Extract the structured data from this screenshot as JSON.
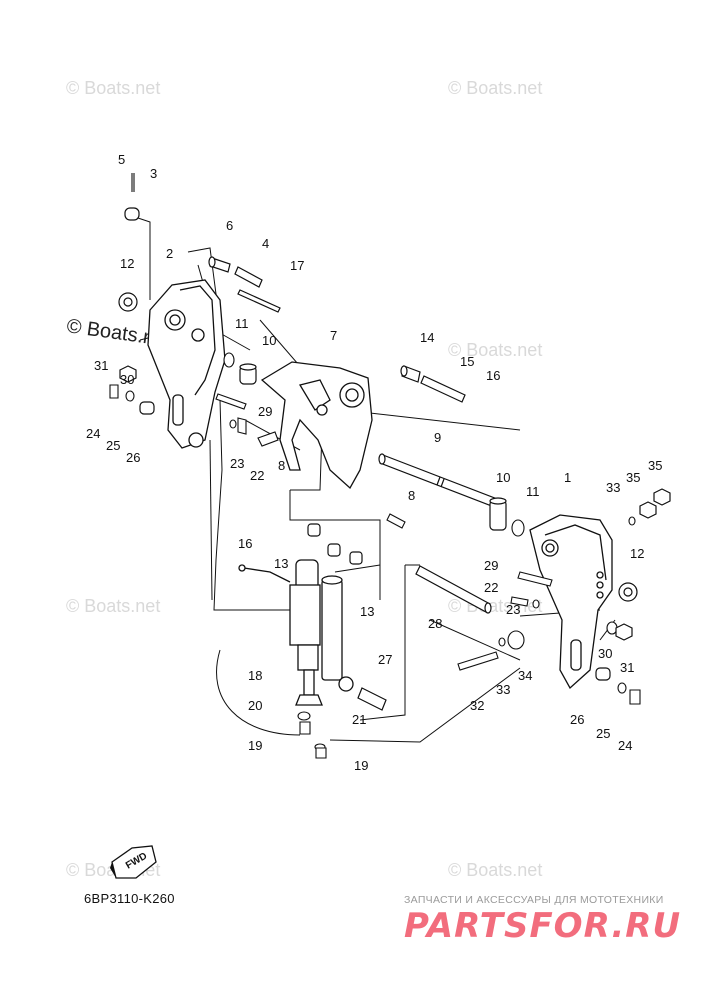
{
  "watermark": {
    "text": "© Boats.net"
  },
  "diagram_code": "6BP3110-K260",
  "fwd_label": "FWD",
  "shop": {
    "tagline": "ЗАПЧАСТИ И АКСЕССУАРЫ ДЛЯ МОТОТЕХНИКИ",
    "logo": "PARTSFOR.RU"
  },
  "callouts": {
    "c5": "5",
    "c3": "3",
    "c6": "6",
    "c4": "4",
    "c17": "17",
    "c2": "2",
    "c12a": "12",
    "c11a": "11",
    "c10a": "10",
    "c7": "7",
    "c14": "14",
    "c15": "15",
    "c16a": "16",
    "c31a": "31",
    "c30a": "30",
    "c24a": "24",
    "c25a": "25",
    "c26a": "26",
    "c29a": "29",
    "c23a": "23",
    "c22a": "22",
    "c8a": "8",
    "c9": "9",
    "c10b": "10",
    "c11b": "11",
    "c1": "1",
    "c33a": "33",
    "c35a": "35",
    "c35b": "35",
    "c8b": "8",
    "c16b": "16",
    "c13a": "13",
    "c13b": "13",
    "c29b": "29",
    "c22b": "22",
    "c23b": "23",
    "c12b": "12",
    "c28": "28",
    "c30b": "30",
    "c31b": "31",
    "c33b": "33",
    "c34": "34",
    "c27": "27",
    "c18": "18",
    "c20": "20",
    "c21": "21",
    "c19a": "19",
    "c19b": "19",
    "c32": "32",
    "c26b": "26",
    "c25b": "25",
    "c24b": "24"
  }
}
